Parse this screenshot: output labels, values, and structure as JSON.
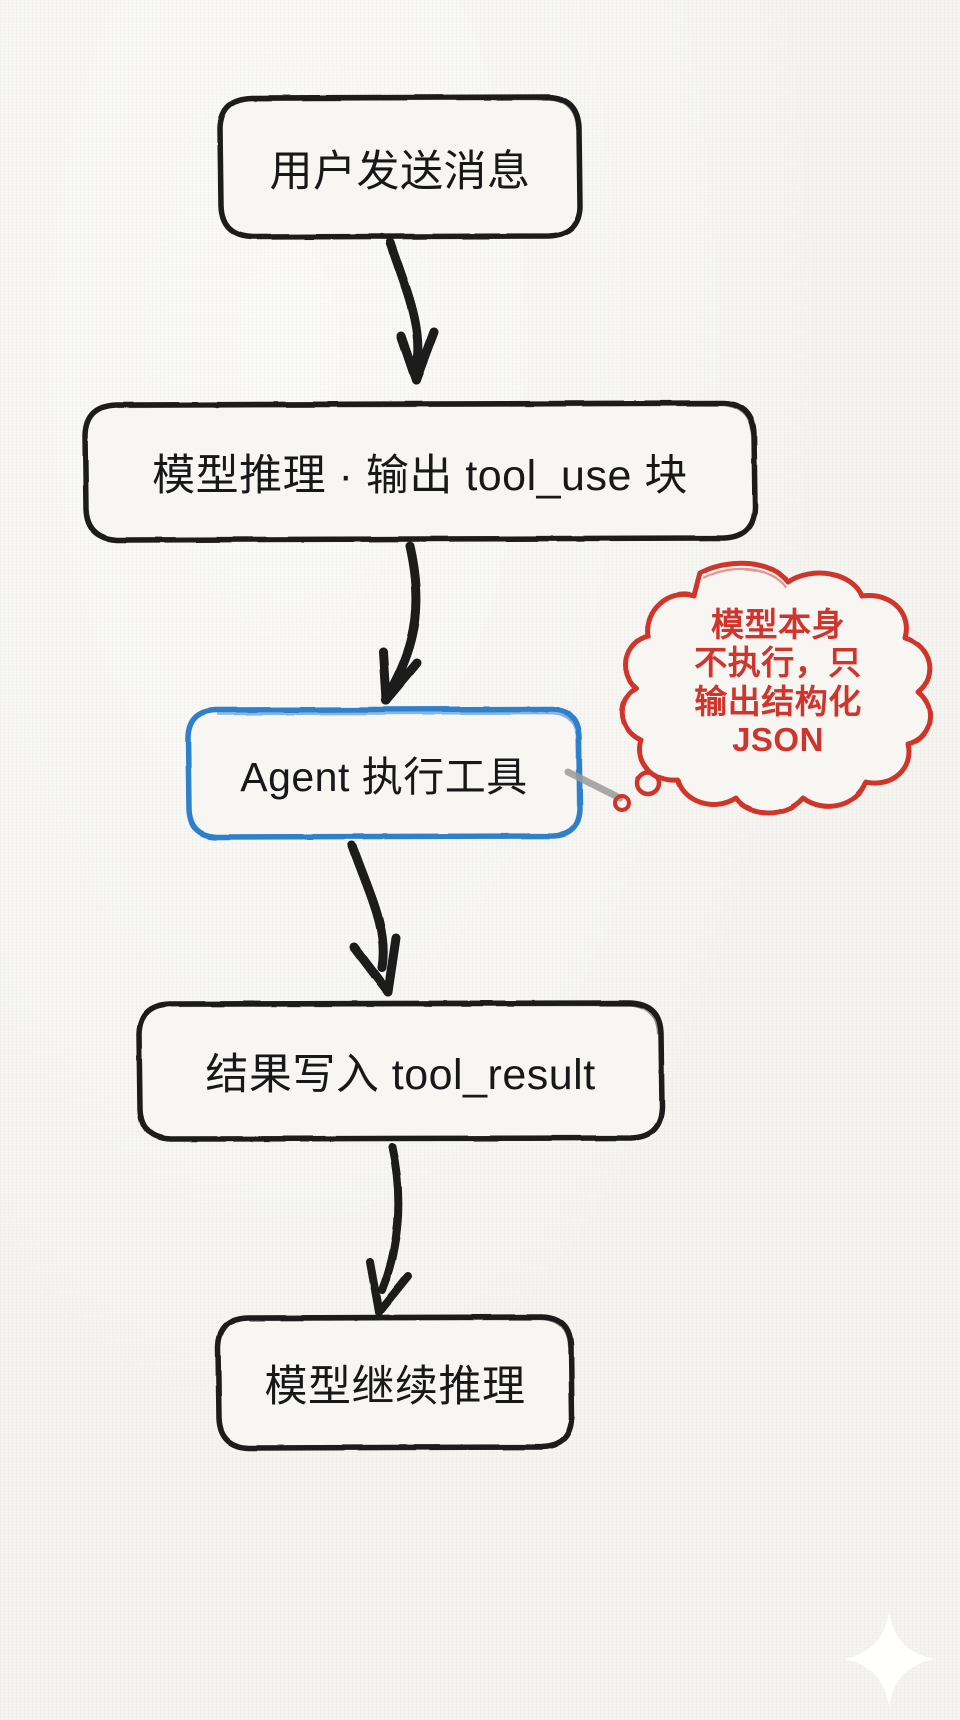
{
  "diagram": {
    "title": "Agent tool_use flow",
    "background_color": "#f5f4f0",
    "ink_color": "#1a1a1a",
    "accent_blue": "#2f7fcc",
    "accent_red": "#d0342c",
    "connector_gray": "#9a9a9a",
    "nodes": [
      {
        "id": "n1",
        "label": "用户发送消息",
        "style": "dark-outline"
      },
      {
        "id": "n2",
        "label": "模型推理 · 输出 tool_use 块",
        "style": "dark-outline"
      },
      {
        "id": "n3",
        "label": "Agent 执行工具",
        "style": "blue-outline"
      },
      {
        "id": "n4",
        "label": "结果写入 tool_result",
        "style": "dark-outline"
      },
      {
        "id": "n5",
        "label": "模型继续推理",
        "style": "dark-outline"
      }
    ],
    "edges": [
      {
        "from": "n1",
        "to": "n2",
        "style": "hand-drawn-arrow"
      },
      {
        "from": "n2",
        "to": "n3",
        "style": "hand-drawn-arrow"
      },
      {
        "from": "n3",
        "to": "n4",
        "style": "hand-drawn-arrow"
      },
      {
        "from": "n4",
        "to": "n5",
        "style": "hand-drawn-arrow"
      }
    ],
    "callout": {
      "attached_to": "n3",
      "shape": "thought-cloud",
      "color": "#d0342c",
      "lines": [
        "模型本身",
        "不执行，只",
        "输出结构化",
        "JSON"
      ],
      "text": "模型本身\n不执行，只\n输出结构化\nJSON"
    },
    "watermark": {
      "icon": "sparkle-icon",
      "color": "#ffffff"
    }
  }
}
